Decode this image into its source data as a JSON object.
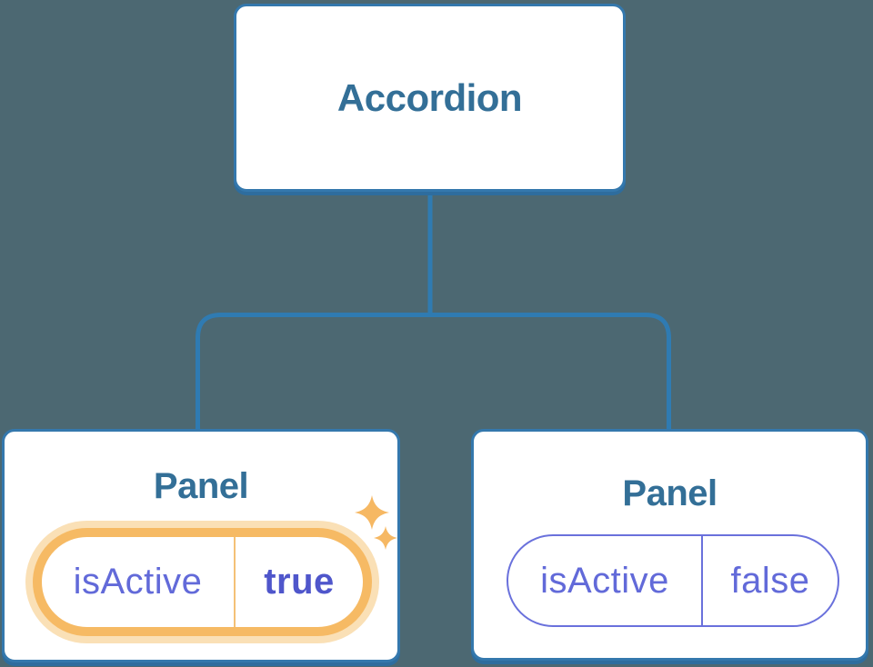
{
  "diagram": {
    "root": {
      "label": "Accordion"
    },
    "children": [
      {
        "label": "Panel",
        "state": {
          "name": "isActive",
          "value": "true",
          "highlighted": true
        }
      },
      {
        "label": "Panel",
        "state": {
          "name": "isActive",
          "value": "false",
          "highlighted": false
        }
      }
    ]
  },
  "icons": {
    "sparkle_large": "sparkle-icon",
    "sparkle_small": "sparkle-icon"
  },
  "colors": {
    "background": "#4C6872",
    "node_fill": "#FFFFFF",
    "node_border": "#3478AD",
    "node_bottom_shadow": "#2E6D9E",
    "connector_line": "#2F7BB2",
    "node_title_text": "#336F97",
    "state_text_purple": "#626AD9",
    "state_value_bold_purple": "#4F56CB",
    "inactive_pill_border": "#6A71DC",
    "active_pill_border": "#F6BA64",
    "active_pill_glow": "#FAE0B6",
    "sparkle": "#F6B863"
  }
}
